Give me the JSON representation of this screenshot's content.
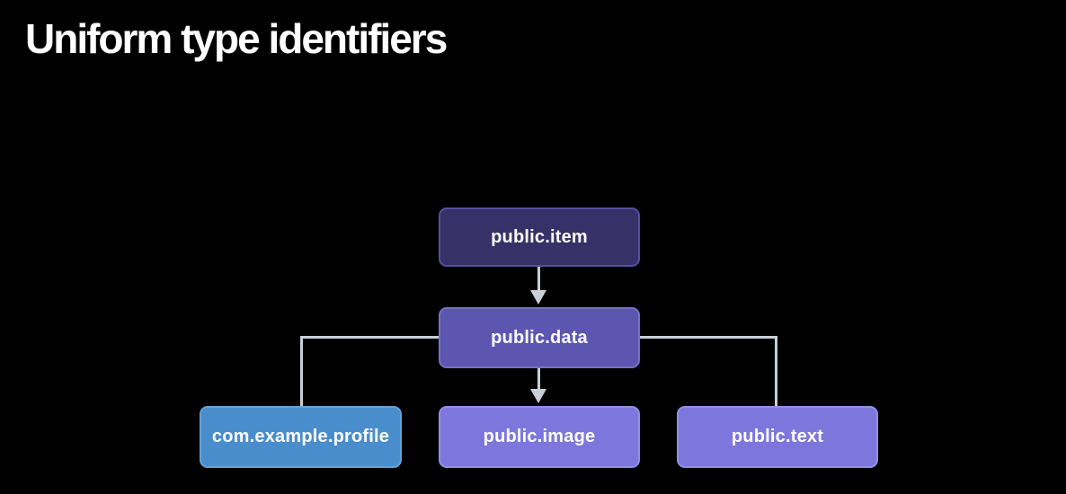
{
  "title": "Uniform type identifiers",
  "theme": {
    "background": "#000000",
    "title_color": "#FFFFFF",
    "node_text_color": "#FFFFFF",
    "connector_color": "#C9CFD8"
  },
  "diagram": {
    "nodes": [
      {
        "id": "public.item",
        "label": "public.item",
        "fill": "#373168",
        "border": "#55509F"
      },
      {
        "id": "public.data",
        "label": "public.data",
        "fill": "#5C56B0",
        "border": "#7670C8"
      },
      {
        "id": "com.example.profile",
        "label": "com.example.profile",
        "fill": "#4A8DCC",
        "border": "#66A0D6"
      },
      {
        "id": "public.image",
        "label": "public.image",
        "fill": "#7D77DD",
        "border": "#948EE7"
      },
      {
        "id": "public.text",
        "label": "public.text",
        "fill": "#7D77DD",
        "border": "#948EE7"
      }
    ],
    "edges": [
      {
        "from": "public.item",
        "to": "public.data",
        "connector": "arrow"
      },
      {
        "from": "public.data",
        "to": "com.example.profile",
        "connector": "elbow-line"
      },
      {
        "from": "public.data",
        "to": "public.image",
        "connector": "arrow"
      },
      {
        "from": "public.data",
        "to": "public.text",
        "connector": "elbow-line"
      }
    ]
  }
}
